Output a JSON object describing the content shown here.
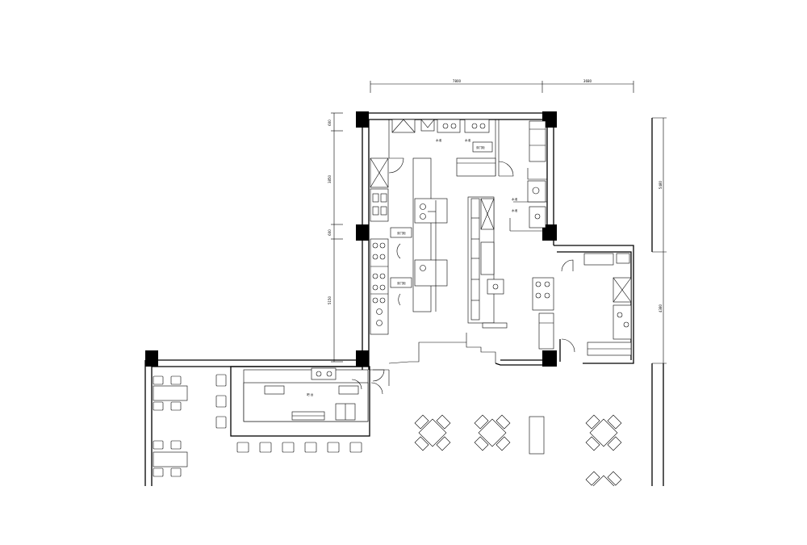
{
  "dimensions": {
    "top": [
      "7800",
      "3680"
    ],
    "left": [
      "600",
      "3850",
      "600",
      "5150"
    ],
    "right": [
      "5480",
      "4380"
    ]
  },
  "labels": {
    "bar": "吧 台",
    "equip": "不锈钢",
    "equip2": "双门柜"
  }
}
